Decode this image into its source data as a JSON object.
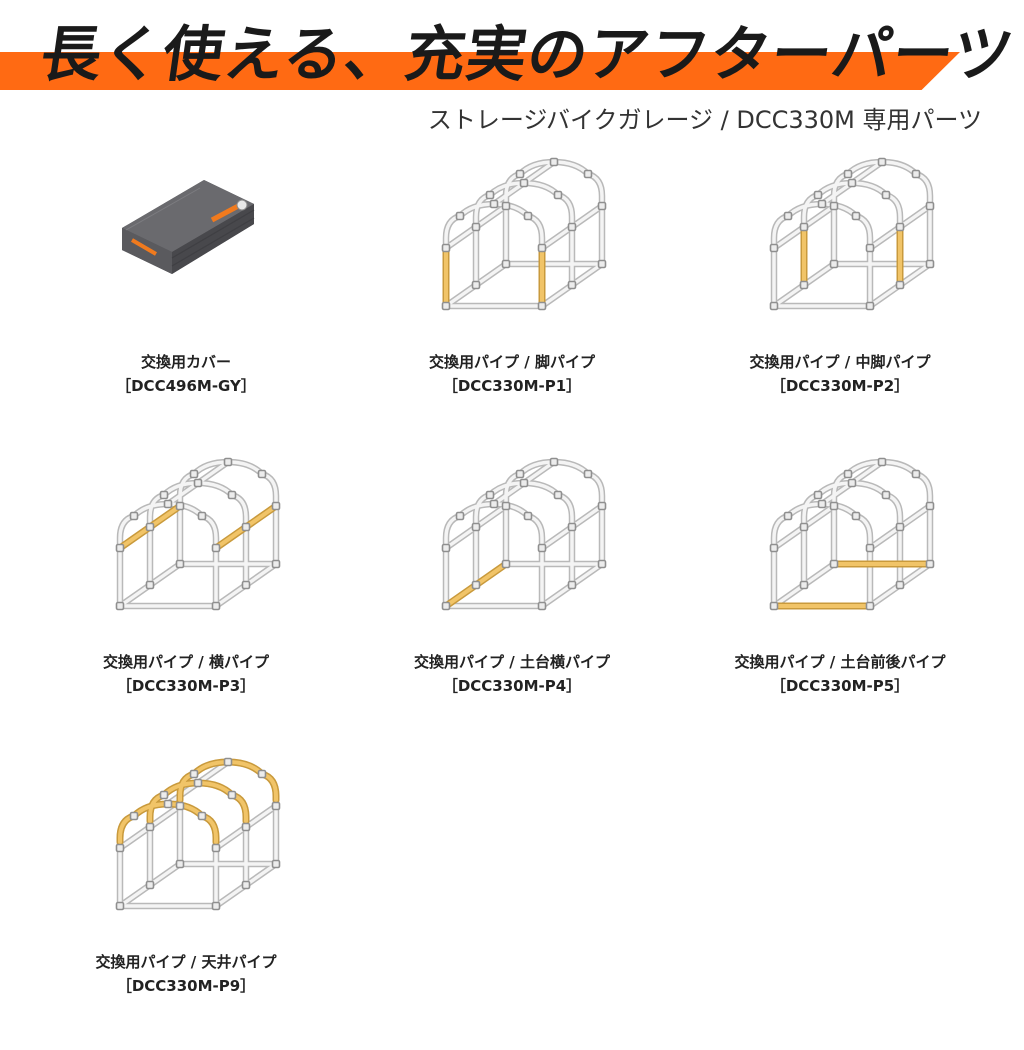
{
  "header": {
    "title": "長く使える、充実のアフターパーツ",
    "subtitle": "ストレージバイクガレージ / DCC330M 専用パーツ",
    "accent_color": "#ff6a13"
  },
  "parts": [
    {
      "name": "交換用カバー",
      "code": "［DCC496M-GY］",
      "image": "folded-cover"
    },
    {
      "name": "交換用パイプ / 脚パイプ",
      "code": "［DCC330M-P1］",
      "image": "frame",
      "highlight": "leg"
    },
    {
      "name": "交換用パイプ / 中脚パイプ",
      "code": "［DCC330M-P2］",
      "image": "frame",
      "highlight": "mid-leg"
    },
    {
      "name": "交換用パイプ / 横パイプ",
      "code": "［DCC330M-P3］",
      "image": "frame",
      "highlight": "side"
    },
    {
      "name": "交換用パイプ / 土台横パイプ",
      "code": "［DCC330M-P4］",
      "image": "frame",
      "highlight": "base-side"
    },
    {
      "name": "交換用パイプ / 土台前後パイプ",
      "code": "［DCC330M-P5］",
      "image": "frame",
      "highlight": "base-front-rear"
    },
    {
      "name": "交換用パイプ / 天井パイプ",
      "code": "［DCC330M-P9］",
      "image": "frame",
      "highlight": "roof"
    }
  ],
  "colors": {
    "highlight": "#f1c468",
    "pipe": "#b9b9b9",
    "cover": "#5e5e62",
    "cover_accent": "#f07a1e"
  }
}
